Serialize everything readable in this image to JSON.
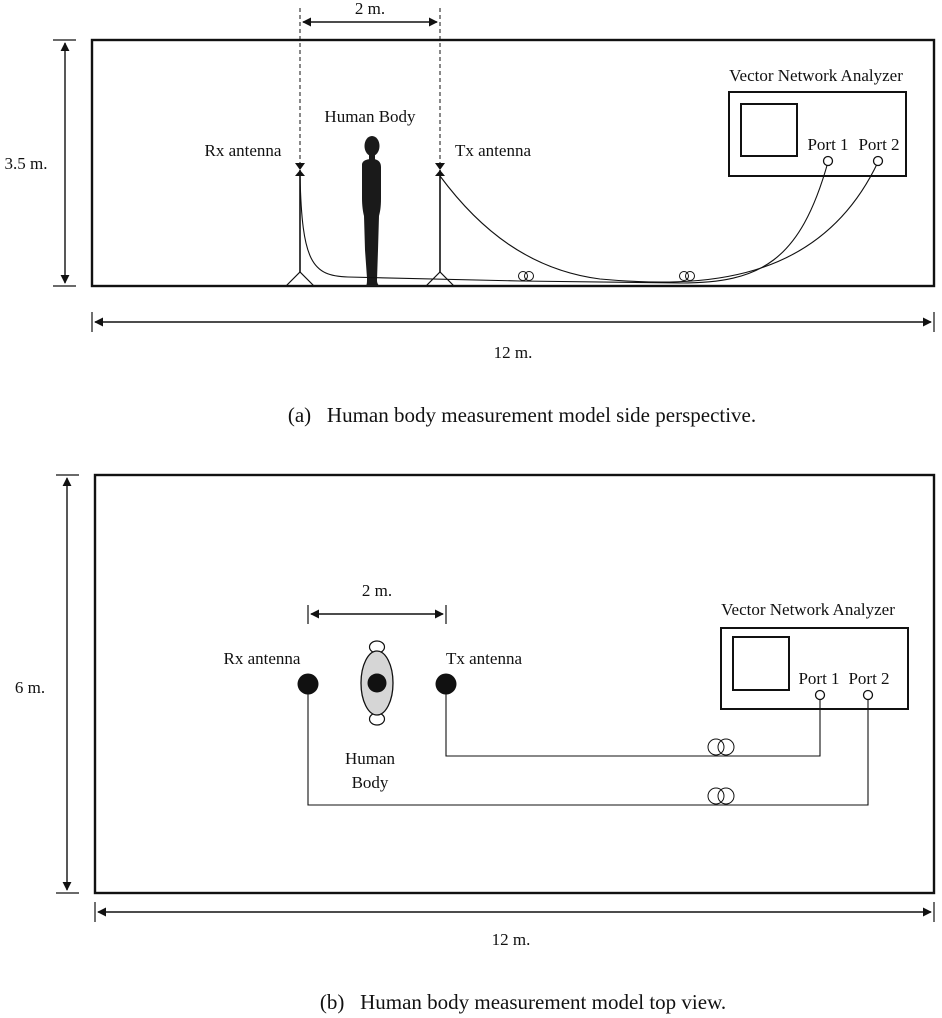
{
  "side_view": {
    "height_label": "3.5 m.",
    "width_label": "12 m.",
    "spacing_label": "2 m.",
    "human_label": "Human Body",
    "rx_label": "Rx antenna",
    "tx_label": "Tx antenna",
    "vna_label": "Vector Network Analyzer",
    "port1_label": "Port 1",
    "port2_label": "Port 2",
    "caption": "(a)   Human body measurement model side perspective."
  },
  "top_view": {
    "height_label": "6 m.",
    "width_label": "12 m.",
    "spacing_label": "2 m.",
    "human_label_line1": "Human",
    "human_label_line2": "Body",
    "rx_label": "Rx antenna",
    "tx_label": "Tx antenna",
    "vna_label": "Vector Network Analyzer",
    "port1_label": "Port 1",
    "port2_label": "Port 2",
    "caption": "(b)   Human body measurement model top view."
  }
}
